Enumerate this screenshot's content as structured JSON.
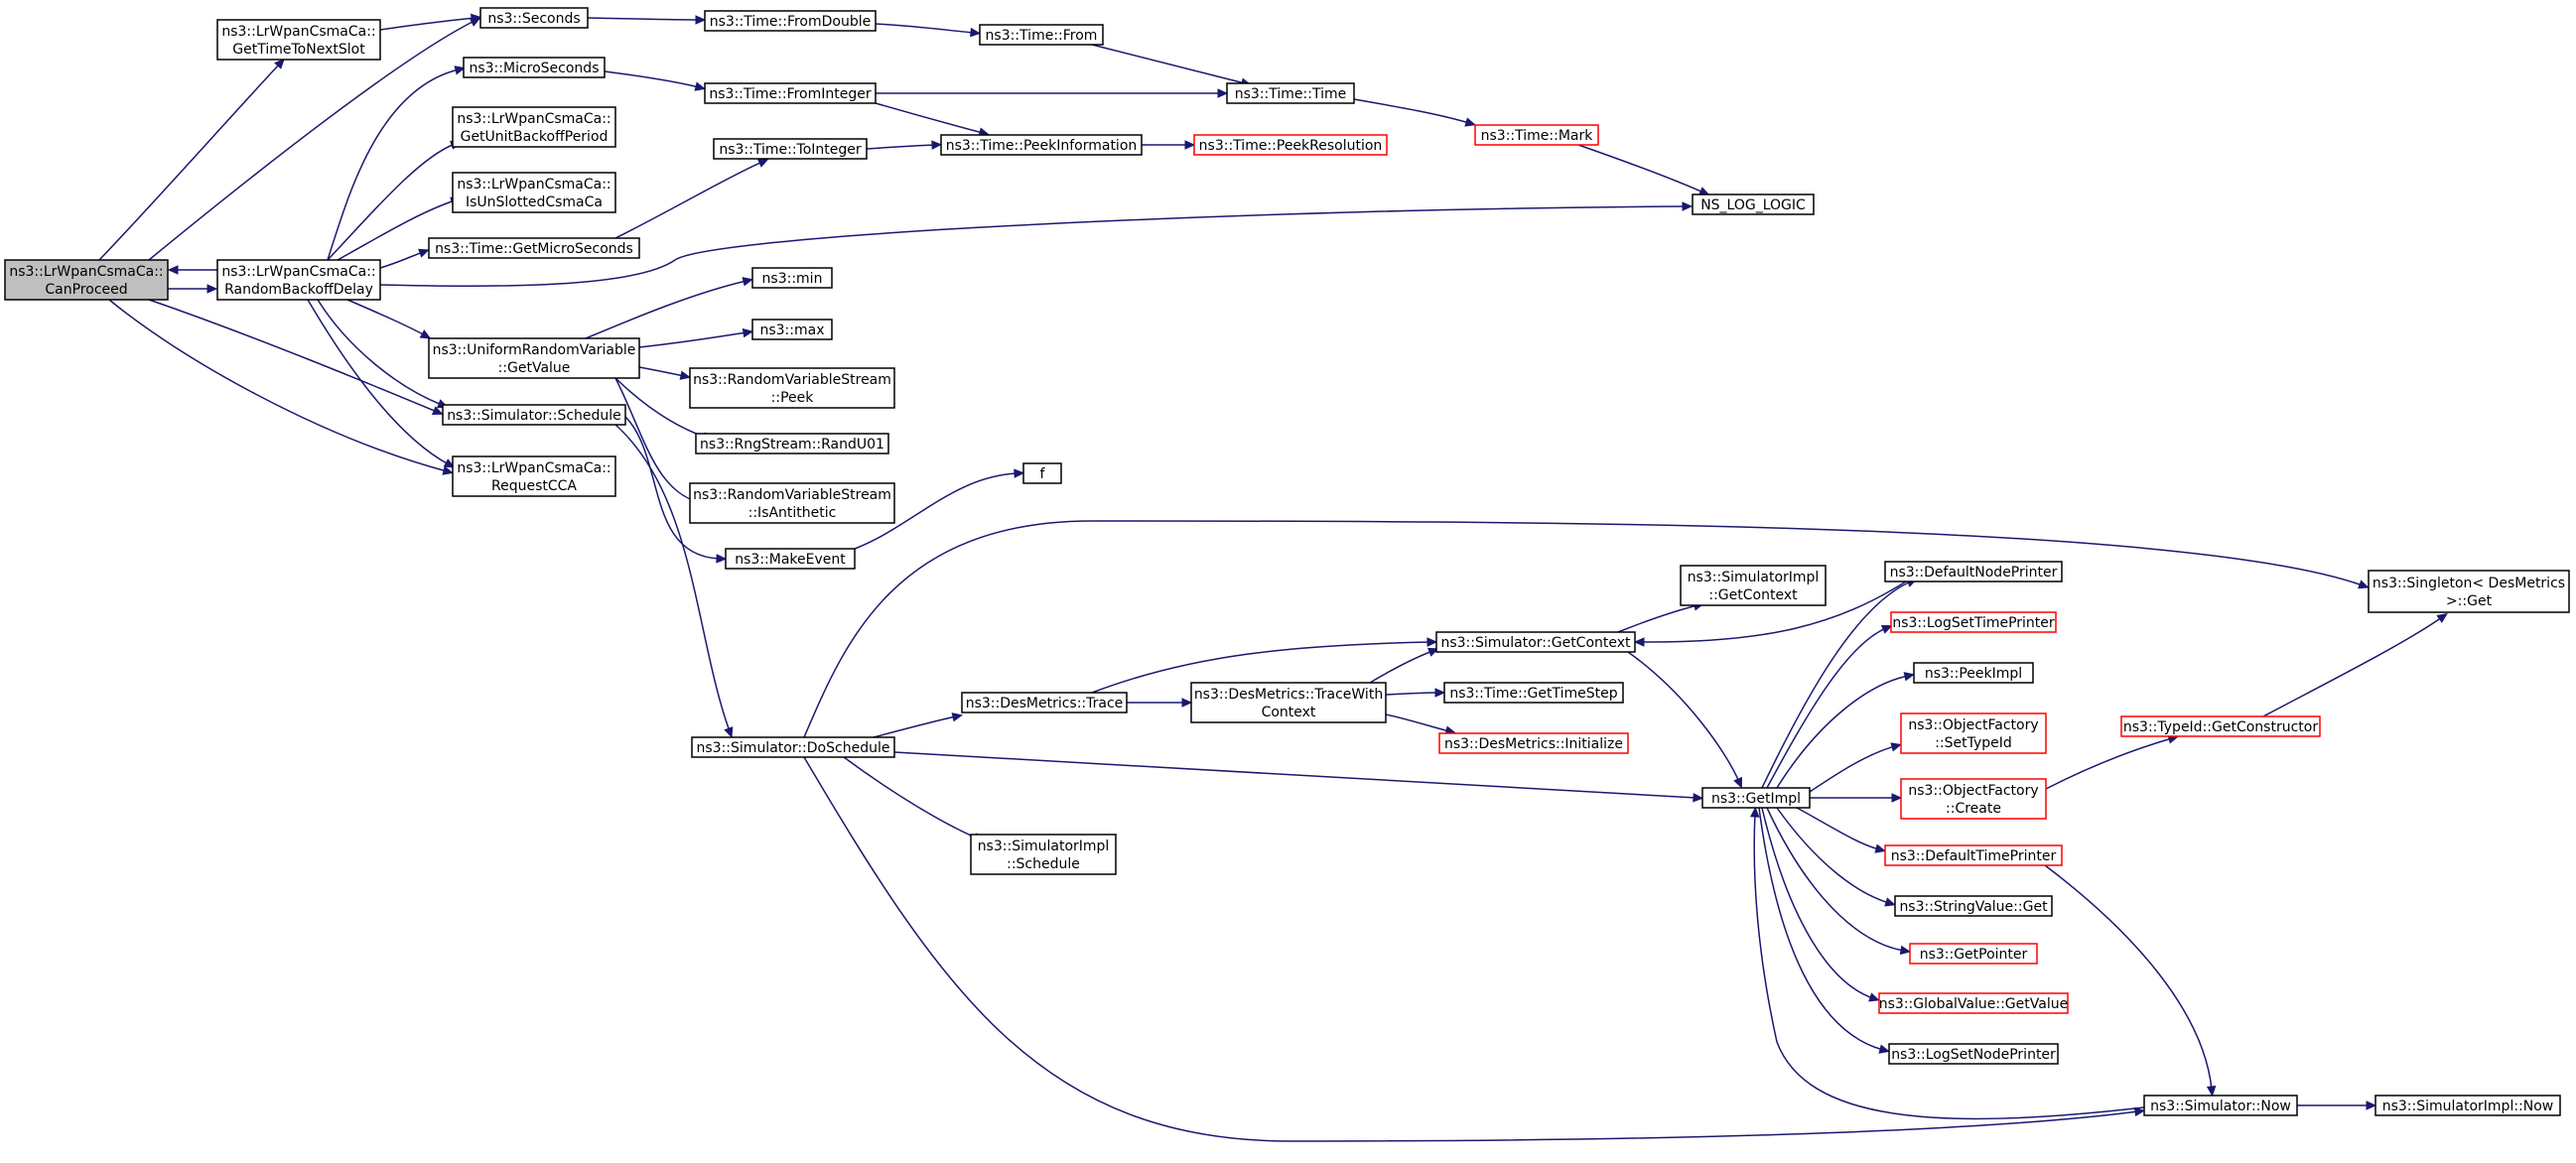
{
  "colors": {
    "edge": "#191970",
    "node_border": "#000000",
    "node_border_missing": "#ff0000",
    "root_fill": "#bfbfbf",
    "node_fill": "#ffffff"
  },
  "nodes": [
    {
      "id": "canproceed",
      "lines": [
        "ns3::LrWpanCsmaCa::",
        "CanProceed"
      ],
      "style": "root"
    },
    {
      "id": "gettimetonextslot",
      "lines": [
        "ns3::LrWpanCsmaCa::",
        "GetTimeToNextSlot"
      ],
      "style": "normal"
    },
    {
      "id": "seconds",
      "lines": [
        "ns3::Seconds"
      ],
      "style": "normal"
    },
    {
      "id": "randombackoffdelay",
      "lines": [
        "ns3::LrWpanCsmaCa::",
        "RandomBackoffDelay"
      ],
      "style": "normal"
    },
    {
      "id": "microseconds",
      "lines": [
        "ns3::MicroSeconds"
      ],
      "style": "normal"
    },
    {
      "id": "getunitbackoffperiod",
      "lines": [
        "ns3::LrWpanCsmaCa::",
        "GetUnitBackoffPeriod"
      ],
      "style": "normal"
    },
    {
      "id": "isunslottedcsmaca",
      "lines": [
        "ns3::LrWpanCsmaCa::",
        "IsUnSlottedCsmaCa"
      ],
      "style": "normal"
    },
    {
      "id": "getmicroseconds",
      "lines": [
        "ns3::Time::GetMicroSeconds"
      ],
      "style": "normal"
    },
    {
      "id": "uniformgetvalue",
      "lines": [
        "ns3::UniformRandomVariable",
        "::GetValue"
      ],
      "style": "normal"
    },
    {
      "id": "simschedule",
      "lines": [
        "ns3::Simulator::Schedule"
      ],
      "style": "normal"
    },
    {
      "id": "requestcca",
      "lines": [
        "ns3::LrWpanCsmaCa::",
        "RequestCCA"
      ],
      "style": "normal"
    },
    {
      "id": "fromdouble",
      "lines": [
        "ns3::Time::FromDouble"
      ],
      "style": "normal"
    },
    {
      "id": "frominteger",
      "lines": [
        "ns3::Time::FromInteger"
      ],
      "style": "normal"
    },
    {
      "id": "tointeger",
      "lines": [
        "ns3::Time::ToInteger"
      ],
      "style": "normal"
    },
    {
      "id": "timefrom",
      "lines": [
        "ns3::Time::From"
      ],
      "style": "normal"
    },
    {
      "id": "timetime",
      "lines": [
        "ns3::Time::Time"
      ],
      "style": "normal"
    },
    {
      "id": "peekinformation",
      "lines": [
        "ns3::Time::PeekInformation"
      ],
      "style": "normal"
    },
    {
      "id": "peekresolution",
      "lines": [
        "ns3::Time::PeekResolution"
      ],
      "style": "red"
    },
    {
      "id": "timemark",
      "lines": [
        "ns3::Time::Mark"
      ],
      "style": "red"
    },
    {
      "id": "nslogic",
      "lines": [
        "NS_LOG_LOGIC"
      ],
      "style": "normal"
    },
    {
      "id": "min",
      "lines": [
        "ns3::min"
      ],
      "style": "normal"
    },
    {
      "id": "max",
      "lines": [
        "ns3::max"
      ],
      "style": "normal"
    },
    {
      "id": "rvspeek",
      "lines": [
        "ns3::RandomVariableStream",
        "::Peek"
      ],
      "style": "normal"
    },
    {
      "id": "randu01",
      "lines": [
        "ns3::RngStream::RandU01"
      ],
      "style": "normal"
    },
    {
      "id": "isantithetic",
      "lines": [
        "ns3::RandomVariableStream",
        "::IsAntithetic"
      ],
      "style": "normal"
    },
    {
      "id": "makeevent",
      "lines": [
        "ns3::MakeEvent"
      ],
      "style": "normal"
    },
    {
      "id": "f",
      "lines": [
        "f"
      ],
      "style": "normal"
    },
    {
      "id": "doschedule",
      "lines": [
        "ns3::Simulator::DoSchedule"
      ],
      "style": "normal"
    },
    {
      "id": "desmetricstrace",
      "lines": [
        "ns3::DesMetrics::Trace"
      ],
      "style": "normal"
    },
    {
      "id": "tracewithcontext",
      "lines": [
        "ns3::DesMetrics::TraceWith",
        "Context"
      ],
      "style": "normal"
    },
    {
      "id": "implschedule",
      "lines": [
        "ns3::SimulatorImpl",
        "::Schedule"
      ],
      "style": "normal"
    },
    {
      "id": "simgetcontext",
      "lines": [
        "ns3::Simulator::GetContext"
      ],
      "style": "normal"
    },
    {
      "id": "implgetcontext",
      "lines": [
        "ns3::SimulatorImpl",
        "::GetContext"
      ],
      "style": "normal"
    },
    {
      "id": "gettimestep",
      "lines": [
        "ns3::Time::GetTimeStep"
      ],
      "style": "normal"
    },
    {
      "id": "desinitialize",
      "lines": [
        "ns3::DesMetrics::Initialize"
      ],
      "style": "red"
    },
    {
      "id": "getimpl",
      "lines": [
        "ns3::GetImpl"
      ],
      "style": "normal"
    },
    {
      "id": "defaultnodeprinter",
      "lines": [
        "ns3::DefaultNodePrinter"
      ],
      "style": "normal"
    },
    {
      "id": "logsettimeprinter",
      "lines": [
        "ns3::LogSetTimePrinter"
      ],
      "style": "red"
    },
    {
      "id": "peekimpl",
      "lines": [
        "ns3::PeekImpl"
      ],
      "style": "normal"
    },
    {
      "id": "settypeid",
      "lines": [
        "ns3::ObjectFactory",
        "::SetTypeId"
      ],
      "style": "red"
    },
    {
      "id": "ofcreate",
      "lines": [
        "ns3::ObjectFactory",
        "::Create"
      ],
      "style": "red"
    },
    {
      "id": "defaulttimeprinter",
      "lines": [
        "ns3::DefaultTimePrinter"
      ],
      "style": "red"
    },
    {
      "id": "stringvalueget",
      "lines": [
        "ns3::StringValue::Get"
      ],
      "style": "normal"
    },
    {
      "id": "getpointer",
      "lines": [
        "ns3::GetPointer"
      ],
      "style": "red"
    },
    {
      "id": "globalgetvalue",
      "lines": [
        "ns3::GlobalValue::GetValue"
      ],
      "style": "red"
    },
    {
      "id": "logsetnodeprinter",
      "lines": [
        "ns3::LogSetNodePrinter"
      ],
      "style": "normal"
    },
    {
      "id": "gettypeidconstructor",
      "lines": [
        "ns3::TypeId::GetConstructor"
      ],
      "style": "red"
    },
    {
      "id": "singletonget",
      "lines": [
        "ns3::Singleton< DesMetrics",
        " >::Get"
      ],
      "style": "normal"
    },
    {
      "id": "simnow",
      "lines": [
        "ns3::Simulator::Now"
      ],
      "style": "normal"
    },
    {
      "id": "implnow",
      "lines": [
        "ns3::SimulatorImpl::Now"
      ],
      "style": "normal"
    }
  ],
  "edges": [
    {
      "from": "randombackoffdelay",
      "to": "canproceed"
    },
    {
      "from": "canproceed",
      "to": "randombackoffdelay"
    },
    {
      "from": "canproceed",
      "to": "gettimetonextslot"
    },
    {
      "from": "canproceed",
      "to": "seconds"
    },
    {
      "from": "canproceed",
      "to": "simschedule"
    },
    {
      "from": "canproceed",
      "to": "requestcca"
    },
    {
      "from": "gettimetonextslot",
      "to": "seconds"
    },
    {
      "from": "randombackoffdelay",
      "to": "microseconds"
    },
    {
      "from": "randombackoffdelay",
      "to": "getunitbackoffperiod"
    },
    {
      "from": "randombackoffdelay",
      "to": "isunslottedcsmaca"
    },
    {
      "from": "randombackoffdelay",
      "to": "getmicroseconds"
    },
    {
      "from": "randombackoffdelay",
      "to": "nslogic"
    },
    {
      "from": "randombackoffdelay",
      "to": "uniformgetvalue"
    },
    {
      "from": "randombackoffdelay",
      "to": "simschedule"
    },
    {
      "from": "randombackoffdelay",
      "to": "requestcca"
    },
    {
      "from": "seconds",
      "to": "fromdouble"
    },
    {
      "from": "fromdouble",
      "to": "timefrom"
    },
    {
      "from": "timefrom",
      "to": "timetime"
    },
    {
      "from": "microseconds",
      "to": "frominteger"
    },
    {
      "from": "frominteger",
      "to": "timetime"
    },
    {
      "from": "frominteger",
      "to": "peekinformation"
    },
    {
      "from": "getmicroseconds",
      "to": "tointeger"
    },
    {
      "from": "tointeger",
      "to": "peekinformation"
    },
    {
      "from": "peekinformation",
      "to": "peekresolution"
    },
    {
      "from": "timetime",
      "to": "timemark"
    },
    {
      "from": "timemark",
      "to": "nslogic"
    },
    {
      "from": "uniformgetvalue",
      "to": "min"
    },
    {
      "from": "uniformgetvalue",
      "to": "max"
    },
    {
      "from": "uniformgetvalue",
      "to": "rvspeek"
    },
    {
      "from": "uniformgetvalue",
      "to": "randu01"
    },
    {
      "from": "uniformgetvalue",
      "to": "isantithetic"
    },
    {
      "from": "simschedule",
      "to": "makeevent"
    },
    {
      "from": "simschedule",
      "to": "doschedule"
    },
    {
      "from": "makeevent",
      "to": "f"
    },
    {
      "from": "doschedule",
      "to": "desmetricstrace"
    },
    {
      "from": "doschedule",
      "to": "implschedule"
    },
    {
      "from": "doschedule",
      "to": "getimpl"
    },
    {
      "from": "doschedule",
      "to": "singletonget"
    },
    {
      "from": "doschedule",
      "to": "simnow"
    },
    {
      "from": "desmetricstrace",
      "to": "tracewithcontext"
    },
    {
      "from": "desmetricstrace",
      "to": "simgetcontext"
    },
    {
      "from": "tracewithcontext",
      "to": "simgetcontext"
    },
    {
      "from": "tracewithcontext",
      "to": "gettimestep"
    },
    {
      "from": "tracewithcontext",
      "to": "desinitialize"
    },
    {
      "from": "simgetcontext",
      "to": "implgetcontext"
    },
    {
      "from": "simgetcontext",
      "to": "getimpl"
    },
    {
      "from": "defaultnodeprinter",
      "to": "simgetcontext"
    },
    {
      "from": "getimpl",
      "to": "defaultnodeprinter"
    },
    {
      "from": "getimpl",
      "to": "logsettimeprinter"
    },
    {
      "from": "getimpl",
      "to": "peekimpl"
    },
    {
      "from": "getimpl",
      "to": "settypeid"
    },
    {
      "from": "getimpl",
      "to": "ofcreate"
    },
    {
      "from": "getimpl",
      "to": "defaulttimeprinter"
    },
    {
      "from": "getimpl",
      "to": "stringvalueget"
    },
    {
      "from": "getimpl",
      "to": "getpointer"
    },
    {
      "from": "getimpl",
      "to": "globalgetvalue"
    },
    {
      "from": "getimpl",
      "to": "logsetnodeprinter"
    },
    {
      "from": "simnow",
      "to": "getimpl"
    },
    {
      "from": "ofcreate",
      "to": "gettypeidconstructor"
    },
    {
      "from": "gettypeidconstructor",
      "to": "singletonget"
    },
    {
      "from": "defaulttimeprinter",
      "to": "simnow"
    },
    {
      "from": "simnow",
      "to": "implnow"
    }
  ]
}
